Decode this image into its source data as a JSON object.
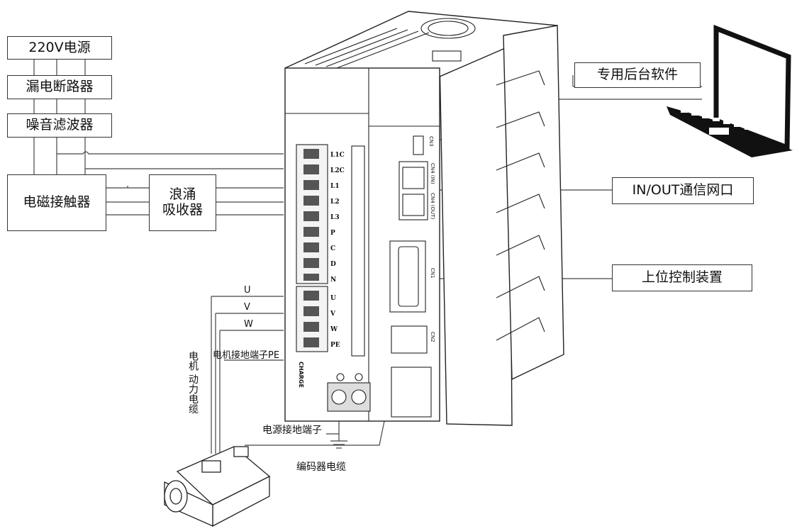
{
  "left_chain": {
    "power_source": "220V电源",
    "leakage_breaker": "漏电断路器",
    "noise_filter": "噪音滤波器",
    "contactor": "电磁接触器",
    "surge_absorber": "浪涌\n吸收器"
  },
  "callouts": {
    "software": "专用后台软件",
    "network_port": "IN/OUT通信网口",
    "controller": "上位控制装置"
  },
  "cables": {
    "phase_u": "U",
    "phase_v": "V",
    "phase_w": "W",
    "motor_ground": "电机接地端子PE",
    "motor_power_cable": "电机 动力电缆",
    "power_ground": "电源接地端子",
    "encoder_cable": "编码器电缆"
  },
  "terminals": [
    "L1C",
    "L2C",
    "L1",
    "L2",
    "L3",
    "P",
    "C",
    "D",
    "N"
  ],
  "motor_terminals": [
    "U",
    "V",
    "W",
    "PE"
  ],
  "port_labels": {
    "cn3": "CN3",
    "cn4_in": "CN4 (IN)",
    "cn4_out": "CN4 (OUT)",
    "cn1": "CN1",
    "cn2": "CN2",
    "charge": "CHARGE"
  }
}
